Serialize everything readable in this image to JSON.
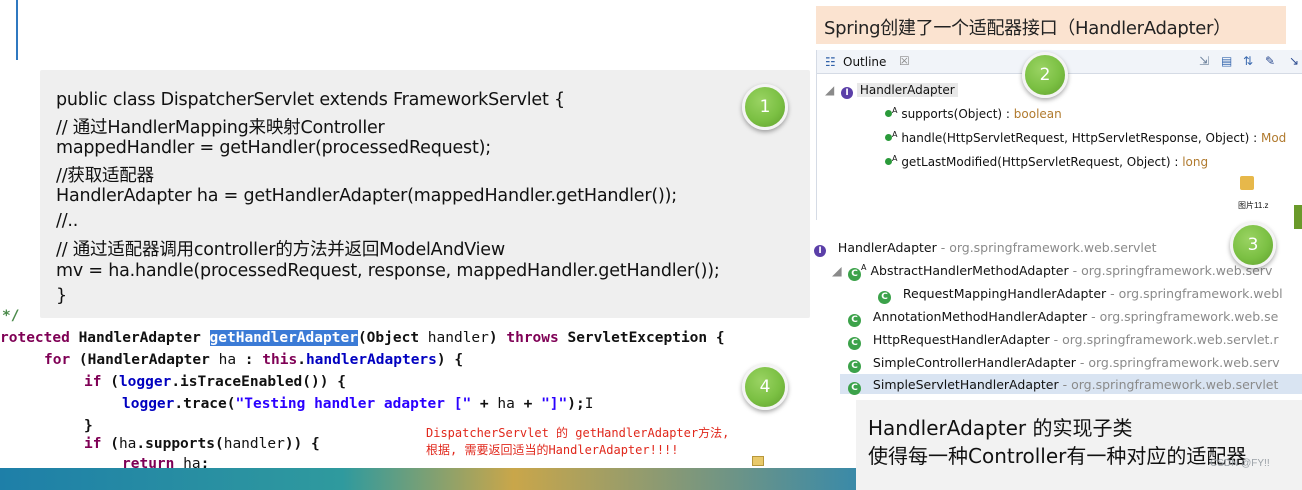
{
  "panel1": {
    "lines": [
      "public class DispatcherServlet extends FrameworkServlet {",
      "// 通过HandlerMapping来映射Controller",
      "mappedHandler = getHandler(processedRequest);",
      "//获取适配器",
      "HandlerAdapter ha = getHandlerAdapter(mappedHandler.getHandler());",
      "//..",
      "// 通过适配器调用controller的方法并返回ModelAndView",
      "mv = ha.handle(processedRequest, response, mappedHandler.getHandler());",
      "}"
    ],
    "badge": "1"
  },
  "panel2": {
    "title": "Spring创建了一个适配器接口（HandlerAdapter）",
    "outline_tab": "Outline",
    "outline_tab_close": "☒",
    "interface_name": "HandlerAdapter",
    "methods": [
      {
        "name": "supports(Object)",
        "ret_sep": " : ",
        "ret": "boolean"
      },
      {
        "name": "handle(HttpServletRequest, HttpServletResponse, Object)",
        "ret_sep": " : ",
        "ret": "Mod"
      },
      {
        "name": "getLastModified(HttpServletRequest, Object)",
        "ret_sep": " : ",
        "ret": "long"
      }
    ],
    "badge": "2",
    "folder_label": "图片11.z"
  },
  "panel3": {
    "root": {
      "name": "HandlerAdapter",
      "pkg": " - org.springframework.web.servlet"
    },
    "items": [
      {
        "name": "AbstractHandlerMethodAdapter",
        "pkg": " - org.springframework.web.serv"
      },
      {
        "name": "RequestMappingHandlerAdapter",
        "pkg": " - org.springframework.webl"
      },
      {
        "name": "AnnotationMethodHandlerAdapter",
        "pkg": " - org.springframework.web.se"
      },
      {
        "name": "HttpRequestHandlerAdapter",
        "pkg": " - org.springframework.web.servlet.r"
      },
      {
        "name": "SimpleControllerHandlerAdapter",
        "pkg": " - org.springframework.web.serv"
      },
      {
        "name": "SimpleServletHandlerAdapter",
        "pkg": " - org.springframework.web.servlet"
      }
    ],
    "badge": "3"
  },
  "panel4": {
    "comment_end": "*/",
    "sig": {
      "pre": "rotected ",
      "type": "HandlerAdapter ",
      "method": "getHandlerAdapter",
      "params": "(Object ",
      "param": "handler",
      "close": ") ",
      "throws": "throws ",
      "exc": "ServletException {"
    },
    "for_line": {
      "kw": "for ",
      "open": "(HandlerAdapter ",
      "var": "ha",
      "colon": " : ",
      "this": "this",
      "dot": ".",
      "field": "handlerAdapters",
      "end": ") {"
    },
    "if1": {
      "kw": "if ",
      "open": "(",
      "field": "logger",
      "call": ".isTraceEnabled()) {"
    },
    "trace": {
      "field": "logger",
      "call": ".trace(",
      "str1": "\"Testing handler adapter [\"",
      "mid": " + ",
      "var": "ha",
      "plus": " + ",
      "str2": "\"]\"",
      "end": ");"
    },
    "brace": "}",
    "if2": {
      "kw": "if ",
      "open": "(",
      "var": "ha",
      "call": ".supports(",
      "param": "handler",
      "end": ")) {"
    },
    "ret": {
      "kw": "return ",
      "var": "ha",
      "end": ";"
    },
    "note_line1": "DispatcherServlet 的 getHandlerAdapter方法,",
    "note_line2": "根据, 需要返回适当的HandlerAdapter!!!!",
    "badge": "4"
  },
  "panel5": {
    "line1": "HandlerAdapter 的实现子类",
    "line2": "使得每一种Controller有一种对应的适配器"
  },
  "watermark": "CSDN @FY!!"
}
